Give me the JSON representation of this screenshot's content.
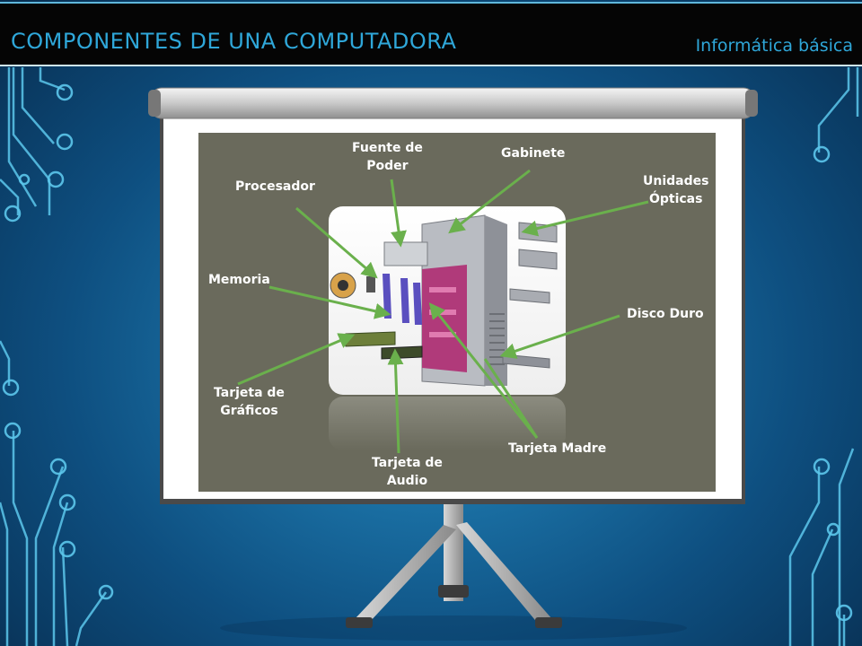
{
  "header": {
    "title": "COMPONENTES DE UNA COMPUTADORA",
    "subtitle": "Informática básica"
  },
  "diagram": {
    "labels": {
      "procesador": "Procesador",
      "fuente_line1": "Fuente de",
      "fuente_line2": "Poder",
      "gabinete": "Gabinete",
      "unidades_line1": "Unidades",
      "unidades_line2": "Ópticas",
      "memoria": "Memoria",
      "disco_duro": "Disco Duro",
      "tarjeta_graficos_line1": "Tarjeta de",
      "tarjeta_graficos_line2": "Gráficos",
      "tarjeta_madre": "Tarjeta Madre",
      "tarjeta_audio_line1": "Tarjeta de",
      "tarjeta_audio_line2": "Audio"
    }
  },
  "colors": {
    "background": "#1a6fa3",
    "header_bg": "#050505",
    "title_color": "#2fa7d9",
    "screen_panel": "#6a6a5c",
    "arrow": "#6ab04c",
    "label_text": "#ffffff"
  }
}
